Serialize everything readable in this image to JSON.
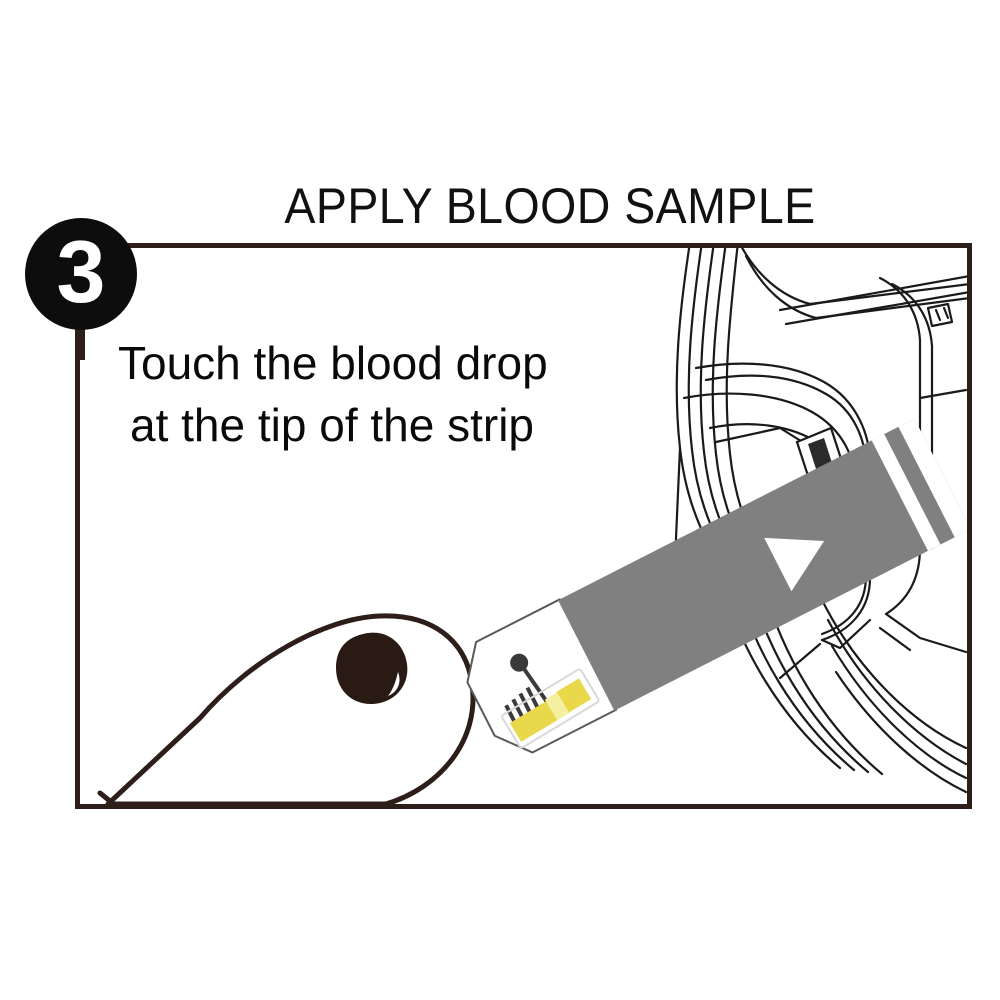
{
  "panel": {
    "step_number": "3",
    "title": "APPLY BLOOD SAMPLE",
    "instruction_line_1": "Touch the blood drop",
    "instruction_line_2": "at the tip of the strip",
    "frame_border_color": "#2d1e19",
    "badge_color": "#0d0d0d",
    "badge_text_color": "#ffffff",
    "background_color": "#ffffff"
  },
  "illustration": {
    "test_strip": {
      "body_color": "#808080",
      "tip_color": "#ffffff",
      "outline_color": "#555555",
      "contact_pad_color": "#e8d84a",
      "contact_pad_highlight": "#f5efa0",
      "electrode_color": "#3a3a3a",
      "arrow_marker_color": "#ffffff",
      "arrow_marker_shape": "triangle-right",
      "rotation_degrees": -27
    },
    "meter": {
      "line_color": "#1a1a1a",
      "fill_color": "#ffffff",
      "slot_bar_color": "#2b2b2b",
      "style": "line-art-outline"
    },
    "finger": {
      "outline_color": "#2d1e19",
      "fill_color": "#ffffff"
    },
    "blood_drop": {
      "color": "#2a1a14",
      "highlight_color": "#ffffff"
    }
  }
}
